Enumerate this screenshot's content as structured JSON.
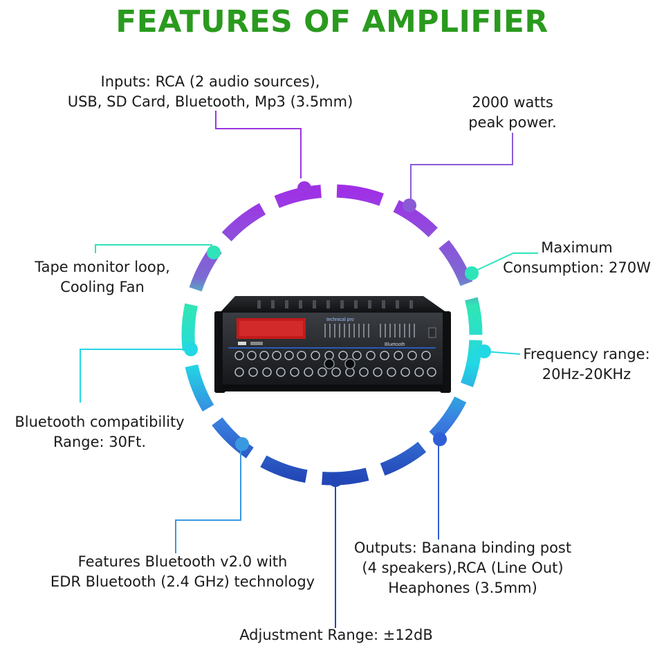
{
  "title": "FEATURES OF AMPLIFIER",
  "colors": {
    "title": "#2a9a1e",
    "purple": "#9b35e0",
    "violet": "#8a5ad6",
    "mint": "#2fe4b8",
    "cyan": "#22d8e4",
    "sky": "#3a98e0",
    "blue": "#2f5fd6",
    "navy": "#2347b6",
    "text": "#1a1a1a"
  },
  "features": {
    "inputs": {
      "line1": "Inputs: RCA (2 audio sources),",
      "line2": "USB, SD Card, Bluetooth, Mp3 (3.5mm)"
    },
    "peak_power": {
      "line1": "2000 watts",
      "line2": "peak power."
    },
    "tape_monitor": {
      "line1": "Tape monitor loop,",
      "line2": "Cooling Fan"
    },
    "max_consumption": {
      "line1": "Maximum",
      "line2": "Consumption: 270W"
    },
    "frequency": {
      "line1": "Frequency range:",
      "line2": "20Hz-20KHz"
    },
    "bt_range": {
      "line1": "Bluetooth compatibility",
      "line2": "Range: 30Ft."
    },
    "bt_version": {
      "line1": "Features Bluetooth v2.0 with",
      "line2": "EDR Bluetooth (2.4 GHz) technology"
    },
    "outputs": {
      "line1": "Outputs: Banana binding post",
      "line2": "(4 speakers),RCA (Line Out)",
      "line3": "Heaphones (3.5mm)"
    },
    "adjustment": {
      "line1": "Adjustment Range: ±12dB"
    }
  },
  "amplifier": {
    "brand_label": "technical pro",
    "bluetooth_label": "Bluetooth"
  }
}
